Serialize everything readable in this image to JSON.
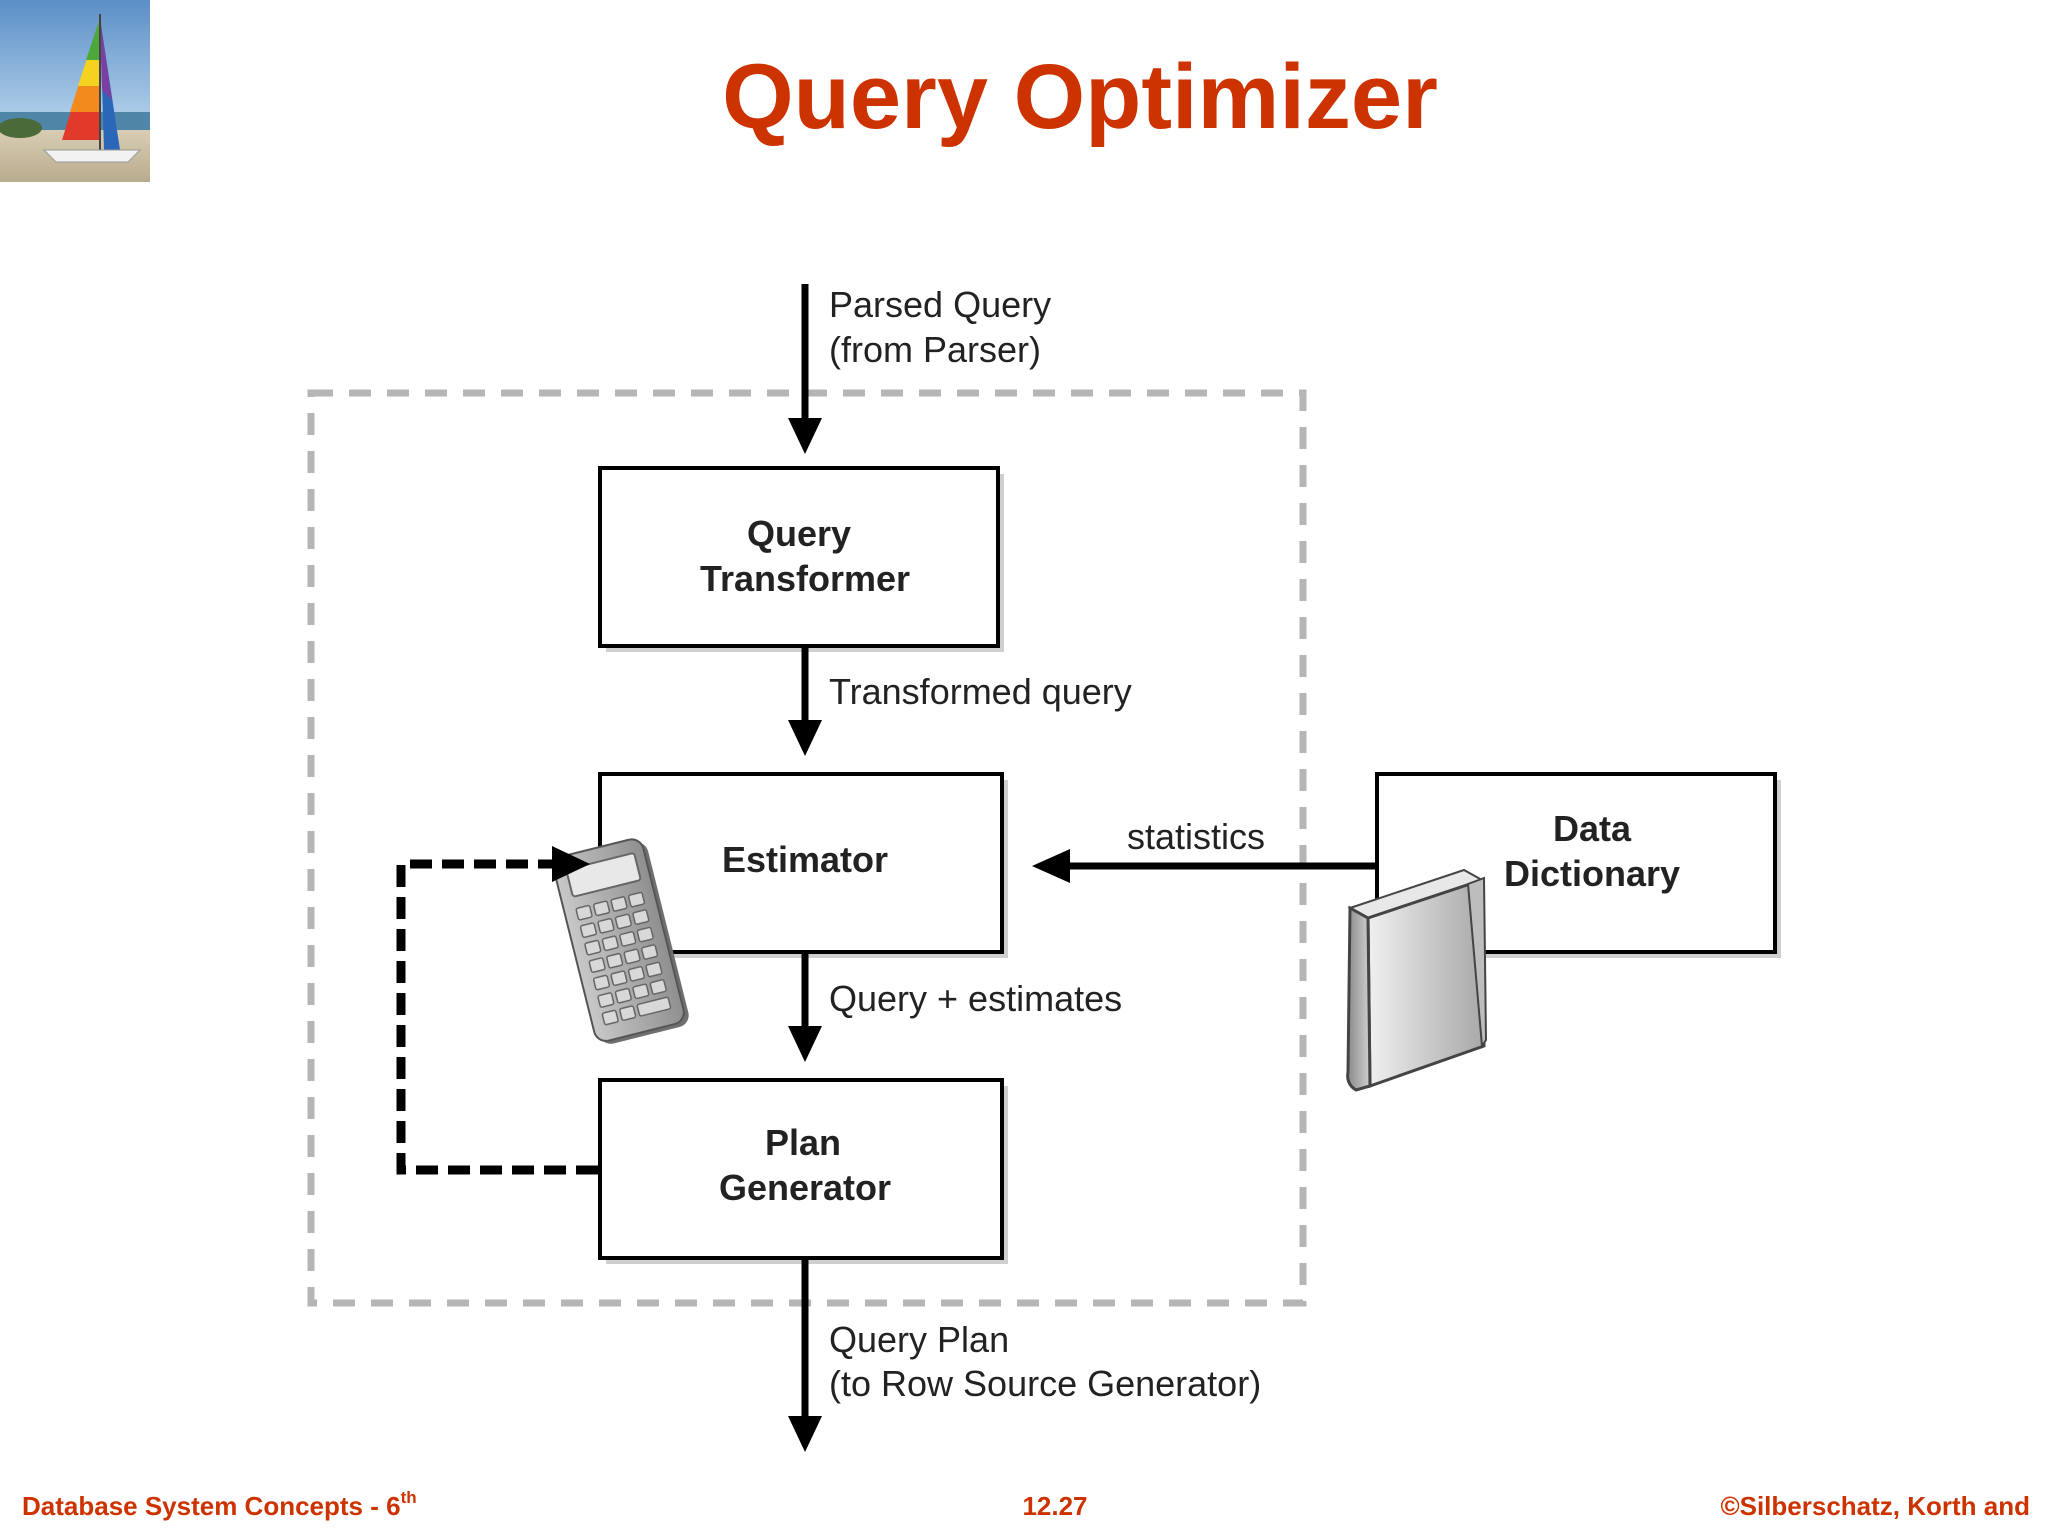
{
  "slide": {
    "title": "Query Optimizer"
  },
  "diagram": {
    "input_label_line1": "Parsed Query",
    "input_label_line2": "(from Parser)",
    "transformer_line1": "Query",
    "transformer_line2": "Transformer",
    "transformed_label": "Transformed query",
    "estimator_label": "Estimator",
    "statistics_label": "statistics",
    "dictionary_line1": "Data",
    "dictionary_line2": "Dictionary",
    "estimates_label": "Query + estimates",
    "generator_line1": "Plan",
    "generator_line2": "Generator",
    "output_label_line1": "Query Plan",
    "output_label_line2": "(to Row Source Generator)",
    "icons": [
      "sailboat-logo",
      "calculator-icon",
      "book-icon"
    ]
  },
  "footer": {
    "left_text": "Database System Concepts - 6",
    "left_sup": "th",
    "center_text": "12.27",
    "right_text": "©Silberschatz, Korth and"
  }
}
